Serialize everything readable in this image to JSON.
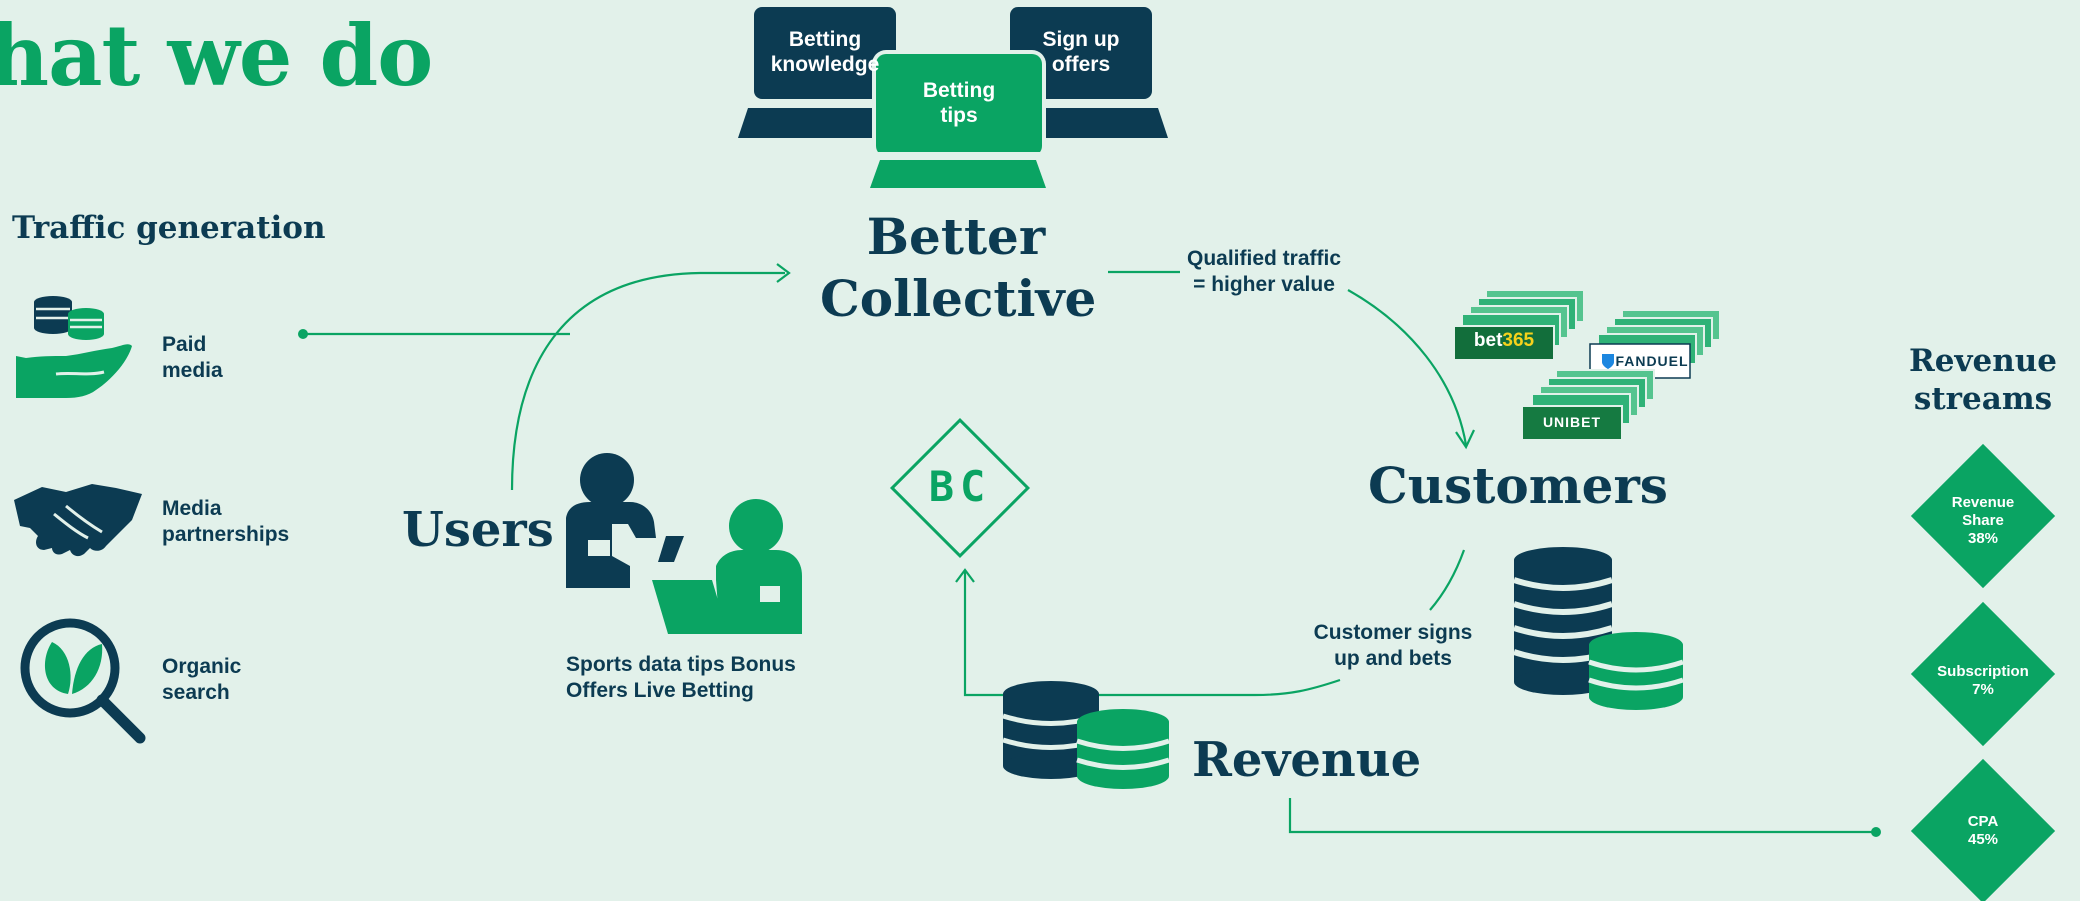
{
  "header": {
    "title": "hat we do"
  },
  "traffic": {
    "heading": "Traffic generation",
    "sources": [
      {
        "label_line1": "Paid",
        "label_line2": "media",
        "icon": "hand-coins-icon"
      },
      {
        "label_line1": "Media",
        "label_line2": "partnerships",
        "icon": "handshake-icon"
      },
      {
        "label_line1": "Organic",
        "label_line2": "search",
        "icon": "magnifier-leaf-icon"
      }
    ]
  },
  "laptops": {
    "left": {
      "line1": "Betting",
      "line2": "knowledge"
    },
    "right": {
      "line1": "Sign up",
      "line2": "offers"
    },
    "center": {
      "line1": "Betting",
      "line2": "tips"
    }
  },
  "hub": {
    "line1": "Better",
    "line2": "Collective",
    "logo_text": "BC"
  },
  "users": {
    "label": "Users",
    "caption_line1": "Sports data tips Bonus",
    "caption_line2": "Offers Live Betting"
  },
  "flows": {
    "qualified_line1": "Qualified traffic",
    "qualified_line2": "= higher value",
    "signs_line1": "Customer signs",
    "signs_line2": "up and bets"
  },
  "customers": {
    "label": "Customers",
    "brands": [
      {
        "name": "bet365",
        "part1": "bet",
        "part2": "365",
        "color": "#126e3b"
      },
      {
        "name": "FanDuel",
        "text": "FANDUEL",
        "color": "#ffffff"
      },
      {
        "name": "Unibet",
        "text": "UNIBET",
        "color": "#157a41"
      }
    ]
  },
  "revenue": {
    "label": "Revenue"
  },
  "streams": {
    "heading_line1": "Revenue",
    "heading_line2": "streams",
    "items": [
      {
        "line1": "Revenue",
        "line2": "Share",
        "line3": "38%"
      },
      {
        "line1": "Subscription",
        "line2": "7%"
      },
      {
        "line1": "CPA",
        "line2": "45%"
      }
    ]
  },
  "colors": {
    "navy": "#0c3b52",
    "green": "#0aa463",
    "light_green": "#55c48f",
    "background": "#e2f1ea"
  }
}
